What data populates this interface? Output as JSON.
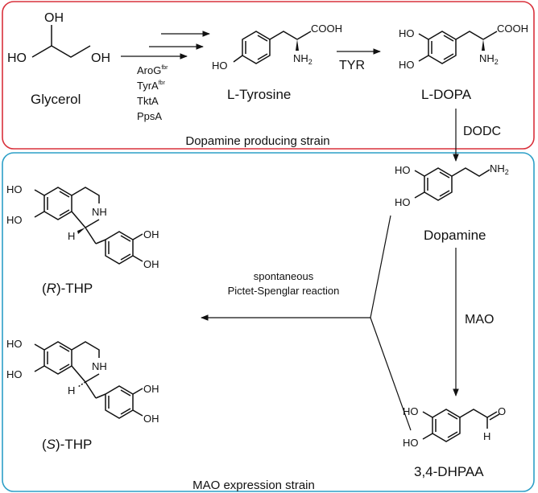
{
  "colors": {
    "producing_box": "#d9303b",
    "expression_box": "#2c9fc7",
    "ink": "#111111"
  },
  "boxes": {
    "producing": "Dopamine producing strain",
    "expression": "MAO expression strain"
  },
  "compounds": {
    "glycerol": "Glycerol",
    "tyrosine": "L-Tyrosine",
    "dopa": "L-DOPA",
    "dopamine": "Dopamine",
    "dhpaa": "3,4-DHPAA",
    "r_thp": {
      "open": "(",
      "letter": "R",
      "rest": ")-THP"
    },
    "s_thp": {
      "open": "(",
      "letter": "S",
      "rest": ")-THP"
    }
  },
  "enzymes": {
    "aro": "AroG",
    "tyr_a": "TyrA",
    "fbr": "fbr",
    "tkt": "TktA",
    "pps": "PpsA",
    "tyr": "TYR",
    "dodc": "DODC",
    "mao": "MAO"
  },
  "reaction": {
    "line1": "spontaneous",
    "line2": "Pictet-Spenglar reaction"
  },
  "atoms": {
    "ho": "HO",
    "oh": "OH",
    "cooh": "COOH",
    "nh2": "NH",
    "sub2": "2",
    "nh": "NH",
    "h": "H",
    "o": "O"
  }
}
